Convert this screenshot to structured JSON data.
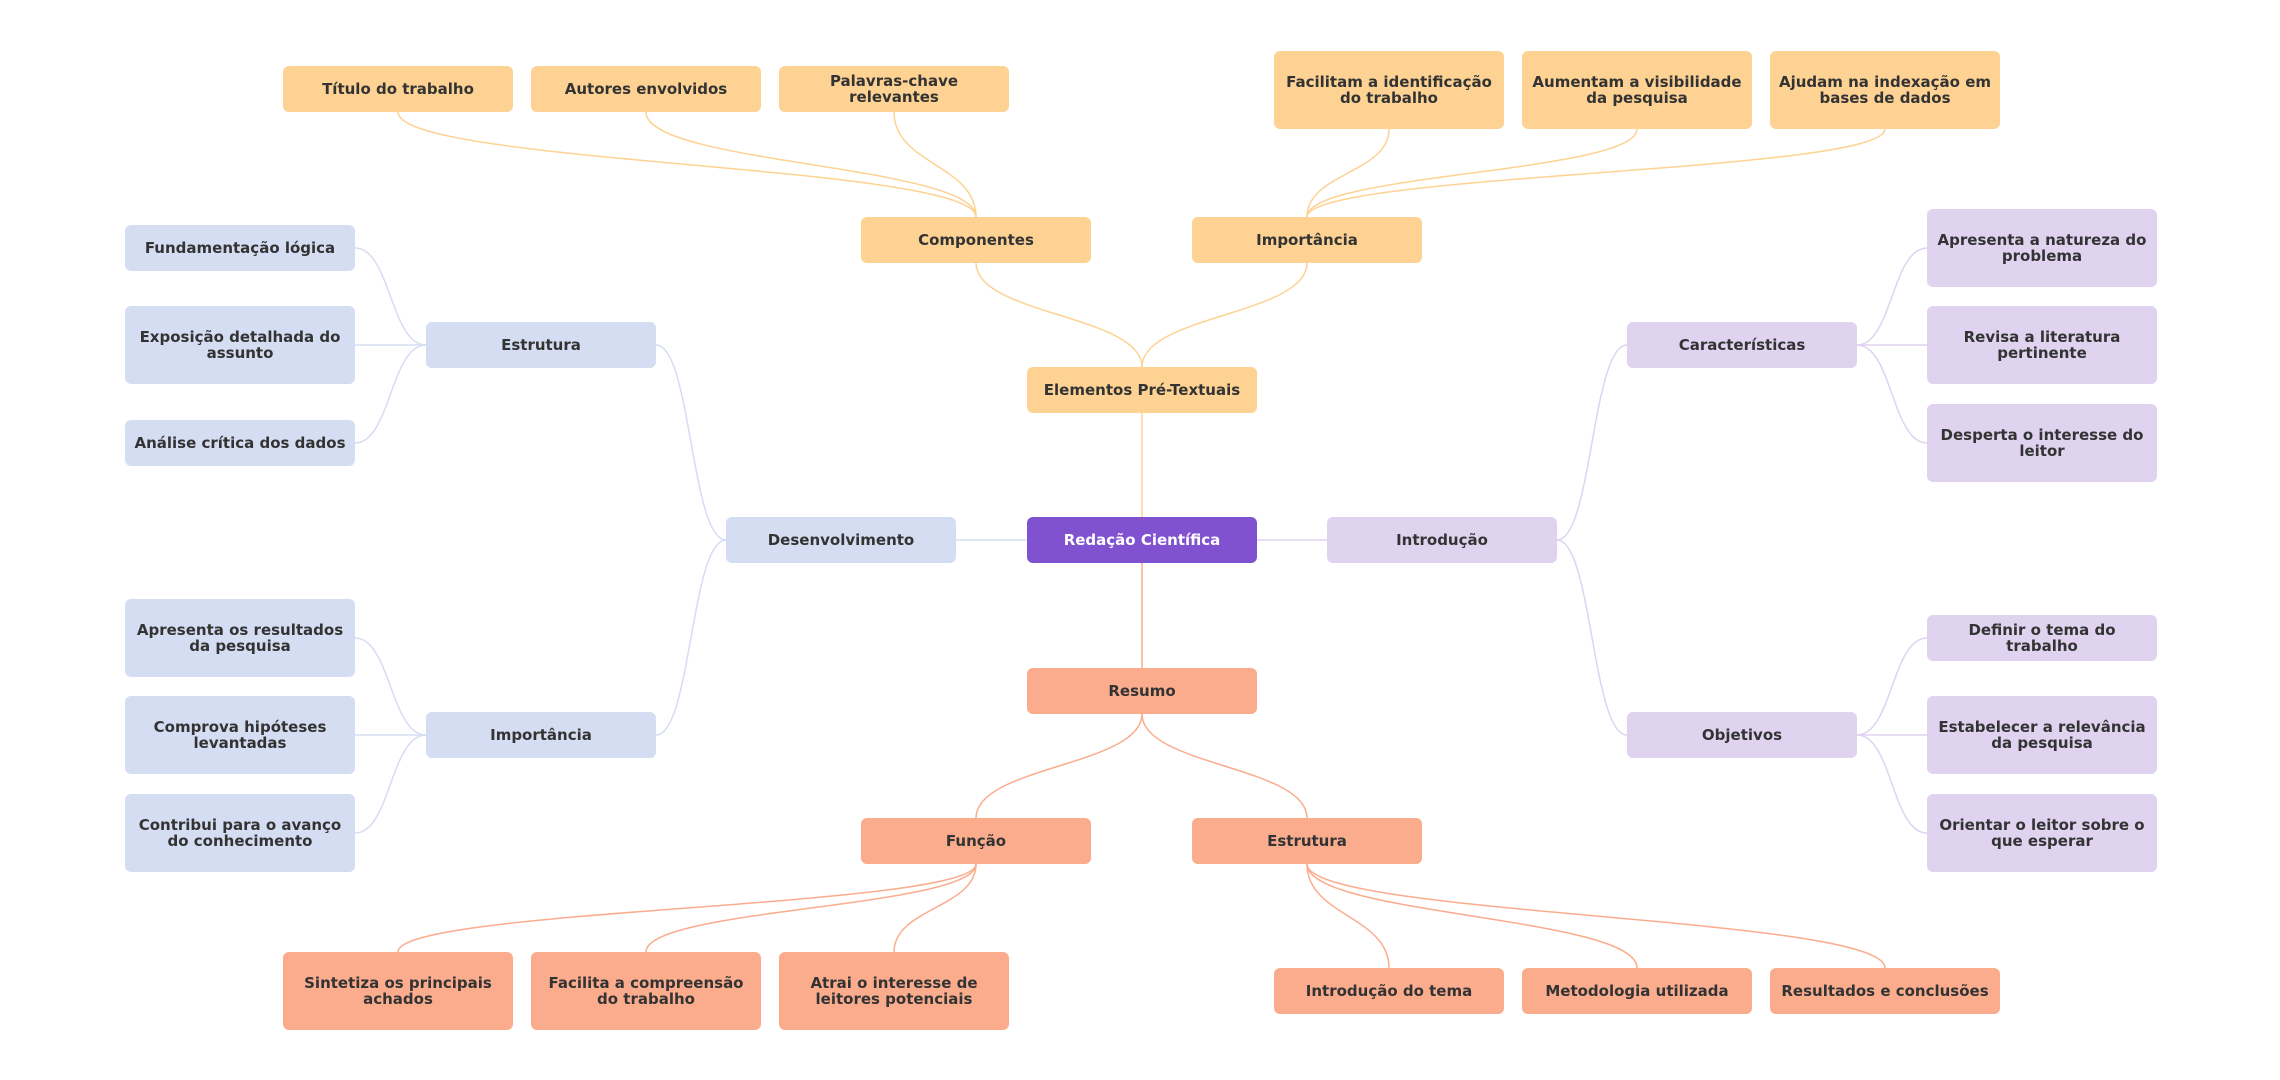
{
  "mindmap": {
    "root": "Redação Científica",
    "colors": {
      "root": "#8152d0",
      "pretextuais": "#fdd293",
      "pretextuais_link": "#fdd293",
      "resumo": "#faac8d",
      "resumo_link": "#faac8d",
      "desenvolvimento": "#d5ddf2",
      "desenvolvimento_link": "#d5ddf2",
      "introducao": "#dfd3f0",
      "introducao_link": "#dfd3f0",
      "text_dark": "#333333",
      "text_light": "#ffffff"
    },
    "branches": {
      "pretextuais": {
        "label": "Elementos Pré-Textuais",
        "componentes": {
          "label": "Componentes",
          "items": [
            "Título do trabalho",
            "Autores envolvidos",
            "Palavras-chave relevantes"
          ]
        },
        "importancia": {
          "label": "Importância",
          "items": [
            "Facilitam a identificação do trabalho",
            "Aumentam a visibilidade da pesquisa",
            "Ajudam na indexação em bases de dados"
          ]
        }
      },
      "resumo": {
        "label": "Resumo",
        "funcao": {
          "label": "Função",
          "items": [
            "Sintetiza os principais achados",
            "Facilita a compreensão do trabalho",
            "Atrai o interesse de leitores potenciais"
          ]
        },
        "estrutura": {
          "label": "Estrutura",
          "items": [
            "Introdução do tema",
            "Metodologia utilizada",
            "Resultados e conclusões"
          ]
        }
      },
      "desenvolvimento": {
        "label": "Desenvolvimento",
        "estrutura": {
          "label": "Estrutura",
          "items": [
            "Fundamentação lógica",
            "Exposição detalhada do assunto",
            "Análise crítica dos dados"
          ]
        },
        "importancia": {
          "label": "Importância",
          "items": [
            "Apresenta os resultados da pesquisa",
            "Comprova hipóteses levantadas",
            "Contribui para o avanço do conhecimento"
          ]
        }
      },
      "introducao": {
        "label": "Introdução",
        "caracteristicas": {
          "label": "Características",
          "items": [
            "Apresenta a natureza do problema",
            "Revisa a literatura pertinente",
            "Desperta o interesse do leitor"
          ]
        },
        "objetivos": {
          "label": "Objetivos",
          "items": [
            "Definir o tema do trabalho",
            "Estabelecer a relevância da pesquisa",
            "Orientar o leitor sobre o que esperar"
          ]
        }
      }
    }
  }
}
